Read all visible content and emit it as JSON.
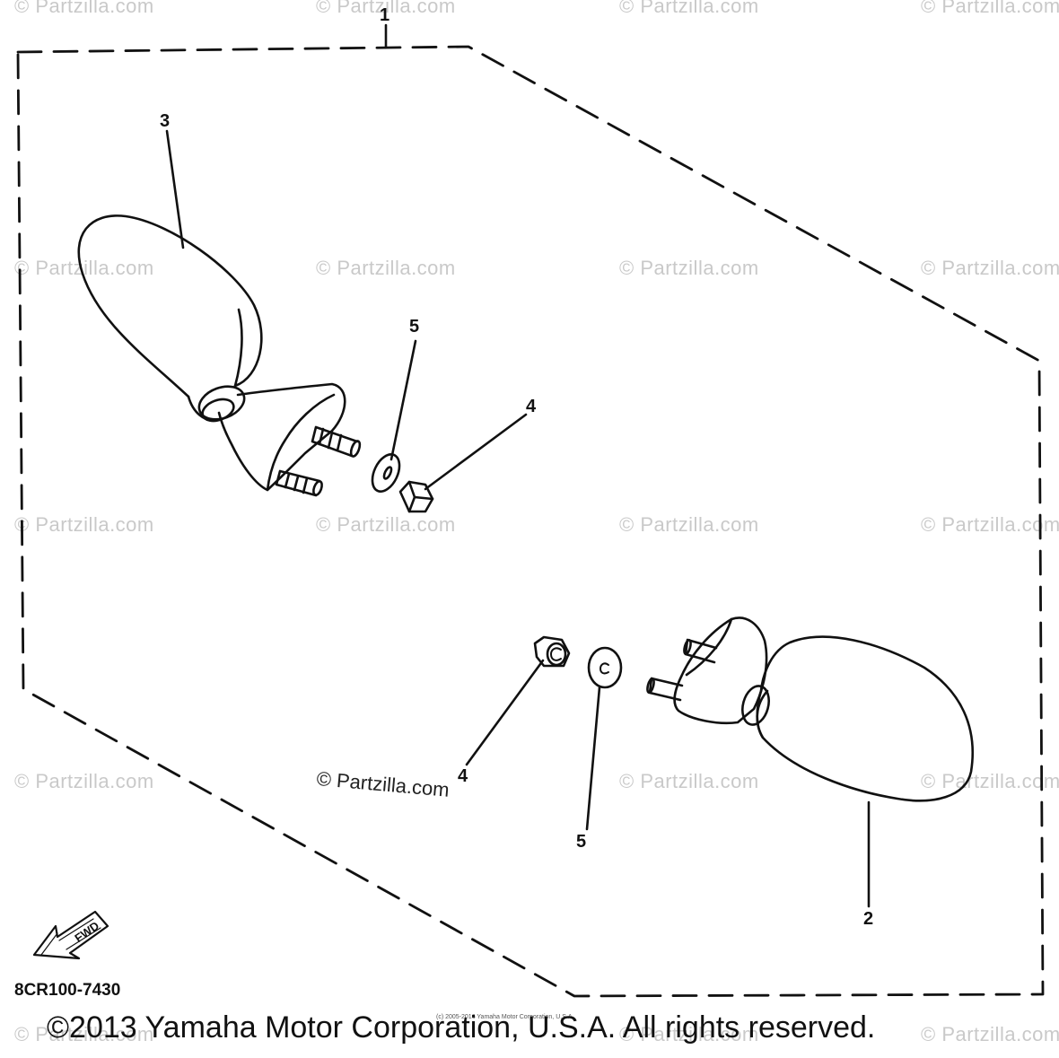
{
  "watermark": {
    "text": "© Partzilla.com"
  },
  "center_mark": {
    "text": "© Partzilla.com"
  },
  "callouts": {
    "assembly": "1",
    "mirror_right": "2",
    "mirror_left": "3",
    "nut_left": "4",
    "washer_left": "5",
    "nut_right": "4",
    "washer_right": "5"
  },
  "fwd_arrow": {
    "label": "FWD"
  },
  "diagram_code": "8CR100-7430",
  "footer": {
    "copyright": "©2013 Yamaha Motor Corporation, U.S.A. All rights reserved.",
    "fine_print": "(c) 2005-2016 Yamaha Motor Corporation, U.S.A."
  }
}
